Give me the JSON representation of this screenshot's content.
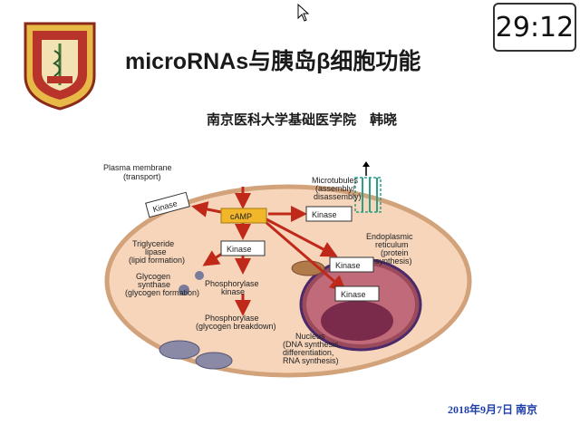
{
  "timer": "29:12",
  "title": "microRNAs与胰岛β细胞功能",
  "subtitle": "南京医科大学基础医学院　韩晓",
  "date_line": "2018年9月7日 南京",
  "logo_icon": "nanjing-medical-university-emblem",
  "diagram": {
    "plasma_membrane": "Plasma membrane",
    "transport": "(transport)",
    "microtubules": "Microtubules",
    "assembly": "(assembly/",
    "disassembly": "disassembly)",
    "kinase": "Kinase",
    "camp": "cAMP",
    "triglyceride": "Triglyceride",
    "lipase": "lipase",
    "lipid_formation": "(lipid formation)",
    "glycogen": "Glycogen",
    "synthase": "synthase",
    "glycogen_formation": "(glycogen formation)",
    "phosphorylase_kinase_1": "Phosphorylase",
    "phosphorylase_kinase_2": "kinase",
    "phosphorylase": "Phosphorylase",
    "glycogen_breakdown": "(glycogen breakdown)",
    "endoplasmic": "Endoplasmic",
    "reticulum": "reticulum",
    "protein": "(protein",
    "synthesis": "synthesis)",
    "nucleus": "Nucleus",
    "dna_synthesis": "(DNA synthesis,",
    "differentiation": "differentiation,",
    "rna_synthesis": "RNA synthesis)"
  }
}
